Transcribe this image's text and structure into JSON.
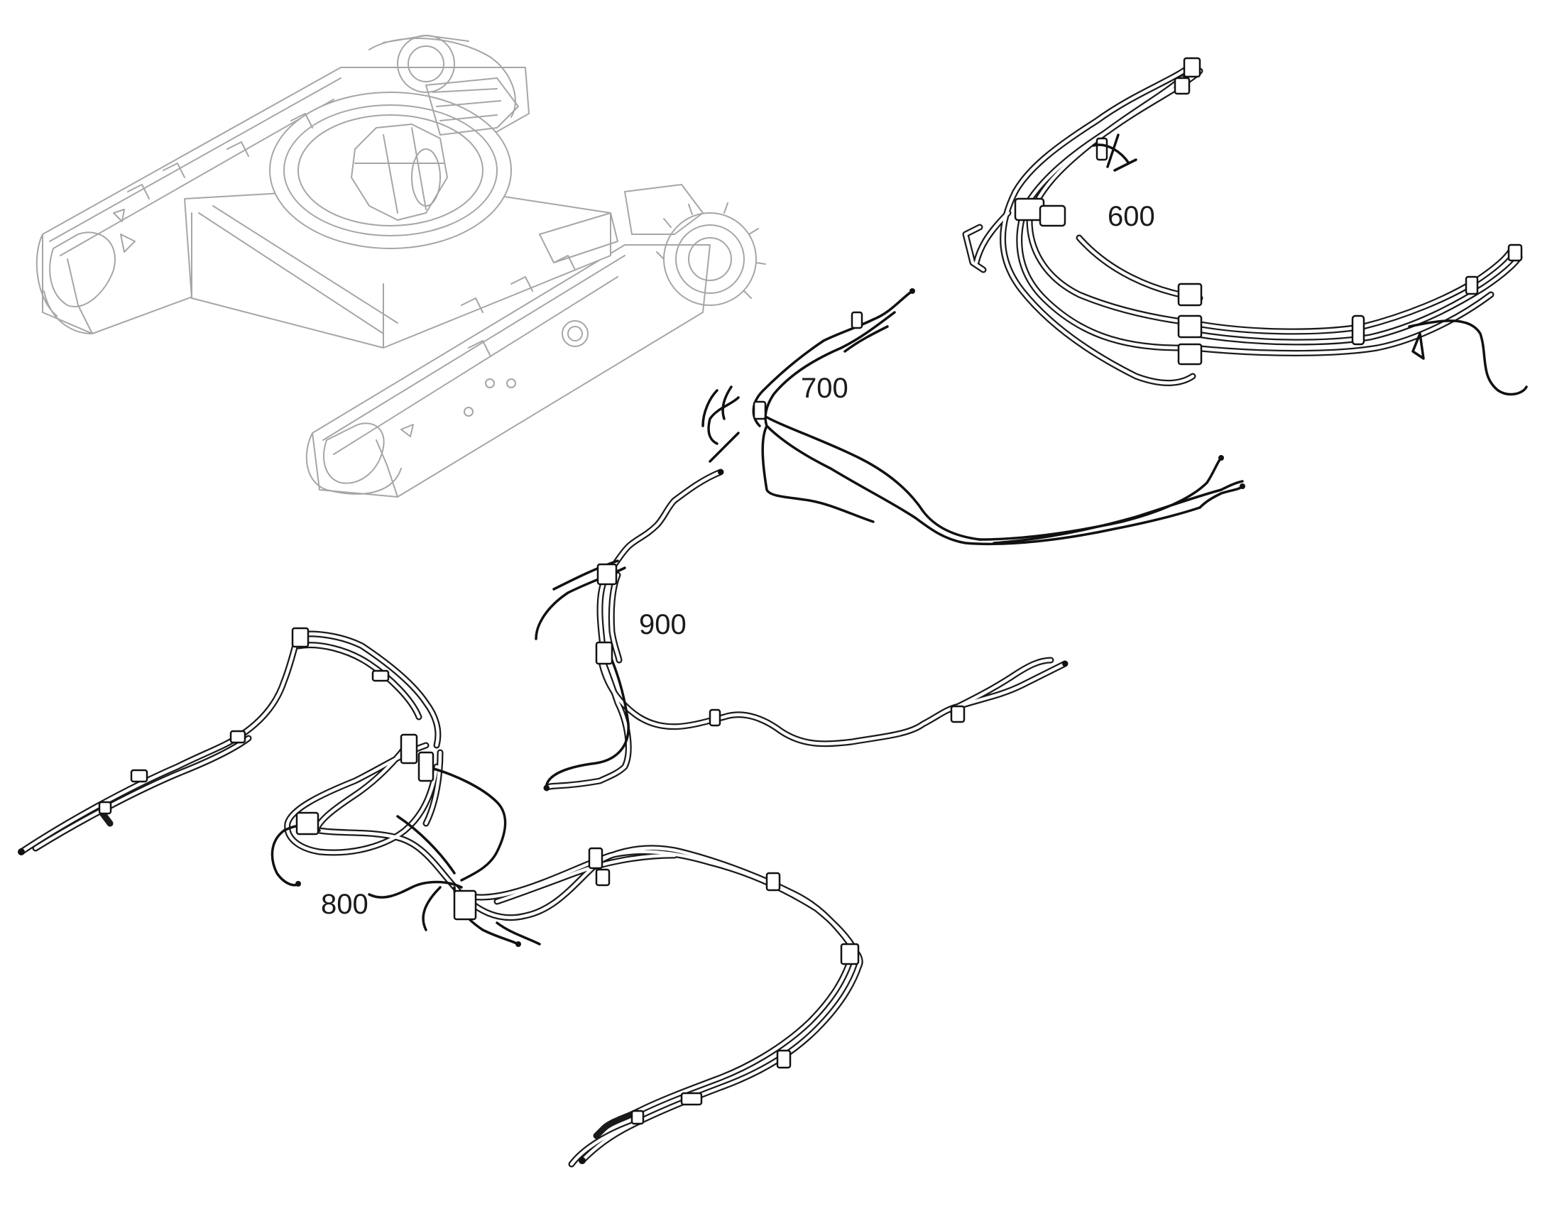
{
  "callouts": {
    "c600": "600",
    "c700": "700",
    "c800": "800",
    "c900": "900"
  },
  "colors": {
    "background": "#ffffff",
    "line": "#1a1a1a",
    "ghost": "#a6a6a6"
  },
  "icons": [
    "undercarriage-illustration",
    "hose-assembly",
    "wire-harness"
  ]
}
